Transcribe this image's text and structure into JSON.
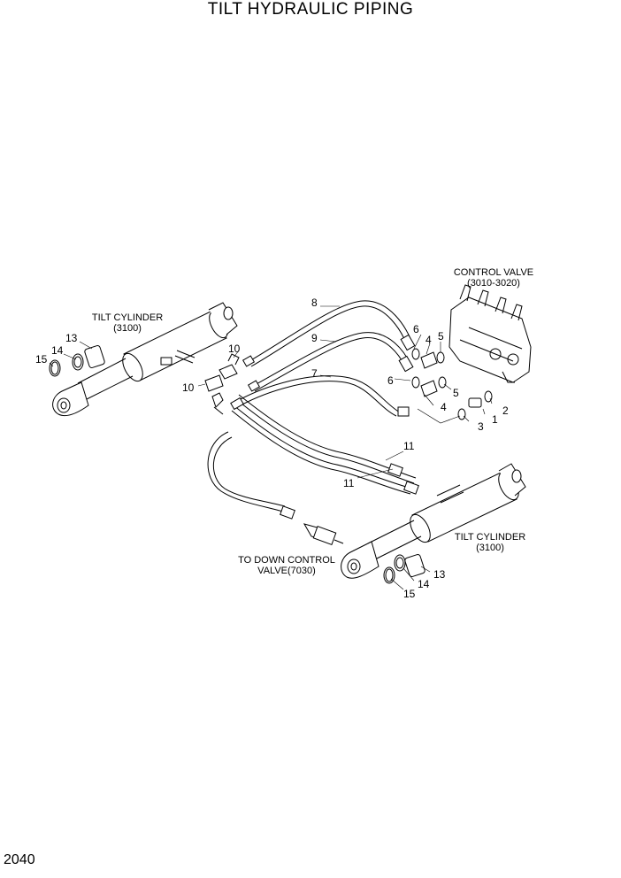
{
  "title": "TILT HYDRAULIC PIPING",
  "page_number": "2040",
  "labels": {
    "control_valve": "CONTROL VALVE",
    "control_valve_ref": "(3010-3020)",
    "tilt_cyl_left": "TILT CYLINDER",
    "tilt_cyl_left_ref": "(3100)",
    "tilt_cyl_right": "TILT CYLINDER",
    "tilt_cyl_right_ref": "(3100)",
    "down_ctrl_1": "TO DOWN CONTROL",
    "down_ctrl_2": "VALVE(7030)"
  },
  "callouts": {
    "c1": "1",
    "c2": "2",
    "c3": "3",
    "c4a": "4",
    "c4b": "4",
    "c5a": "5",
    "c5b": "5",
    "c6a": "6",
    "c6b": "6",
    "c7": "7",
    "c8": "8",
    "c9": "9",
    "c10a": "10",
    "c10b": "10",
    "c11a": "11",
    "c11b": "11",
    "c13a": "13",
    "c13b": "13",
    "c14a": "14",
    "c14b": "14",
    "c15a": "15",
    "c15b": "15"
  }
}
